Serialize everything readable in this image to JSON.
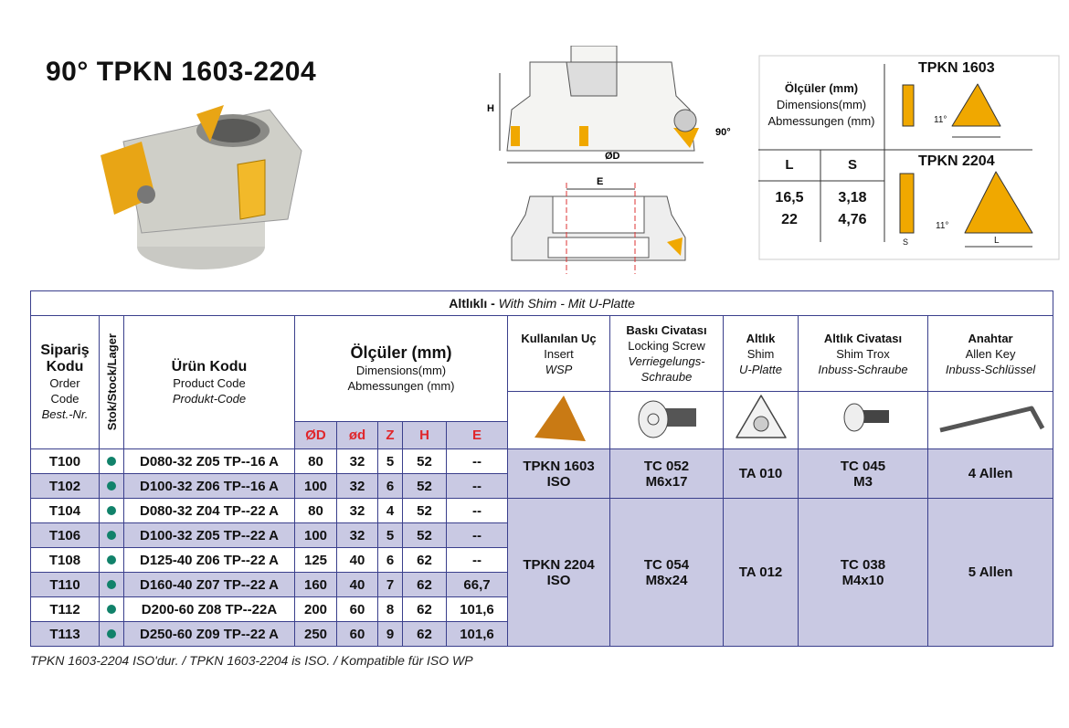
{
  "title": "90° TPKN 1603-2204",
  "diagram_labels": {
    "h": "H",
    "od": "ØD",
    "angle": "90°",
    "e": "E"
  },
  "dimensions_box": {
    "heading": [
      "Ölçüler (mm)",
      "Dimensions(mm)",
      "Abmessungen (mm)"
    ],
    "col_l": "L",
    "col_s": "S",
    "rows": [
      {
        "l": "16,5",
        "s": "3,18"
      },
      {
        "l": "22",
        "s": "4,76"
      }
    ],
    "insert1": "TPKN 1603",
    "insert2": "TPKN 2204",
    "angle": "11°",
    "s_label": "S",
    "l_label": "L"
  },
  "table": {
    "title_tr": "Altlıklı - ",
    "title_rest": "With Shim - Mit U-Platte",
    "headers": {
      "order": [
        "Sipariş",
        "Kodu",
        "Order",
        "Code",
        "Best.-Nr."
      ],
      "stock": "Stok/Stock/Lager",
      "product": [
        "Ürün Kodu",
        "Product Code",
        "Produkt-Code"
      ],
      "dims": [
        "Ölçüler (mm)",
        "Dimensions(mm)",
        "Abmessungen (mm)"
      ],
      "dim_cols": [
        "ØD",
        "ød",
        "Z",
        "H",
        "E"
      ],
      "insert": [
        "Kullanılan Uç",
        "Insert",
        "WSP"
      ],
      "screw": [
        "Baskı Civatası",
        "Locking Screw",
        "Verriegelungs-",
        "Schraube"
      ],
      "shim": [
        "Altlık",
        "Shim",
        "U-Platte"
      ],
      "shim_screw": [
        "Altlık  Civatası",
        "Shim Trox",
        "Inbuss-Schraube"
      ],
      "key": [
        "Anahtar",
        "Allen Key",
        "Inbuss-Schlüssel"
      ]
    },
    "rows": [
      {
        "order": "T100",
        "product": "D080-32 Z05 TP--16 A",
        "od": "80",
        "id": "32",
        "z": "5",
        "h": "52",
        "e": "--"
      },
      {
        "order": "T102",
        "product": "D100-32 Z06 TP--16 A",
        "od": "100",
        "id": "32",
        "z": "6",
        "h": "52",
        "e": "--"
      },
      {
        "order": "T104",
        "product": "D080-32 Z04 TP--22 A",
        "od": "80",
        "id": "32",
        "z": "4",
        "h": "52",
        "e": "--"
      },
      {
        "order": "T106",
        "product": "D100-32 Z05 TP--22 A",
        "od": "100",
        "id": "32",
        "z": "5",
        "h": "52",
        "e": "--"
      },
      {
        "order": "T108",
        "product": "D125-40 Z06 TP--22 A",
        "od": "125",
        "id": "40",
        "z": "6",
        "h": "62",
        "e": "--"
      },
      {
        "order": "T110",
        "product": "D160-40 Z07 TP--22 A",
        "od": "160",
        "id": "40",
        "z": "7",
        "h": "62",
        "e": "66,7"
      },
      {
        "order": "T112",
        "product": "D200-60 Z08 TP--22A",
        "od": "200",
        "id": "60",
        "z": "8",
        "h": "62",
        "e": "101,6"
      },
      {
        "order": "T113",
        "product": "D250-60 Z09 TP--22 A",
        "od": "250",
        "id": "60",
        "z": "9",
        "h": "62",
        "e": "101,6"
      }
    ],
    "groups": [
      {
        "insert": [
          "TPKN 1603",
          "ISO"
        ],
        "screw": [
          "TC 052",
          "M6x17"
        ],
        "shim": "TA 010",
        "shim_screw": [
          "TC 045",
          "M3"
        ],
        "key": "4 Allen"
      },
      {
        "insert": [
          "TPKN 2204",
          "ISO"
        ],
        "screw": [
          "TC 054",
          "M8x24"
        ],
        "shim": "TA 012",
        "shim_screw": [
          "TC 038",
          "M4x10"
        ],
        "key": "5 Allen"
      }
    ]
  },
  "footnote": "TPKN 1603-2204 ISO'dur. / TPKN 1603-2204 is ISO. / Kompatible für ISO WP",
  "colors": {
    "row_alt": "#c9c9e3",
    "border": "#3a3f8c",
    "insert": "#f0a800",
    "stock_dot": "#11826a",
    "red": "#e0262b"
  }
}
